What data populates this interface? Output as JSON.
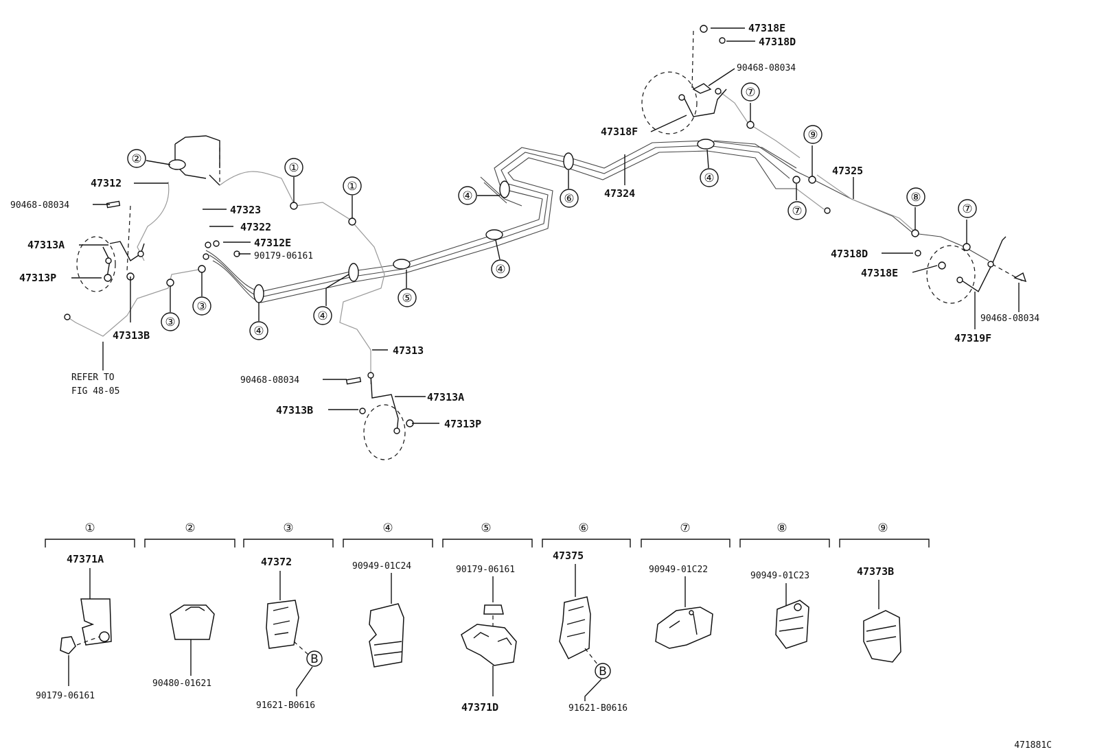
{
  "callouts": {
    "c1": "①",
    "c2": "②",
    "c3": "③",
    "c4": "④",
    "c5": "⑤",
    "c6": "⑥",
    "c7": "⑦",
    "c8": "⑧",
    "c9": "⑨",
    "cb": "B"
  },
  "labels": {
    "p47318e_top": "47318E",
    "p47318d_top": "47318D",
    "p90468_top_right": "90468-08034",
    "p47318f": "47318F",
    "p47324": "47324",
    "p47325": "47325",
    "p47312": "47312",
    "p90468_left": "90468-08034",
    "p47323": "47323",
    "p47322": "47322",
    "p47312e": "47312E",
    "p90179_mid": "90179-06161",
    "p47313a_left": "47313A",
    "p47313p_left": "47313P",
    "p47313b_left": "47313B",
    "refer_line1": "REFER TO",
    "refer_line2": "FIG 48-05",
    "p47313": "47313",
    "p90468_center": "90468-08034",
    "p47313a_center": "47313A",
    "p47313b_center": "47313B",
    "p47313p_center": "47313P",
    "p47318d_right": "47318D",
    "p47318e_right": "47318E",
    "p90468_right": "90468-08034",
    "p47319f": "47319F"
  },
  "legend": [
    {
      "num": "①",
      "parts": [
        "47371A",
        "90179-06161"
      ]
    },
    {
      "num": "②",
      "parts": [
        "90480-01621"
      ]
    },
    {
      "num": "③",
      "parts": [
        "47372",
        "91621-B0616"
      ]
    },
    {
      "num": "④",
      "parts": [
        "90949-01C24"
      ]
    },
    {
      "num": "⑤",
      "parts": [
        "90179-06161",
        "47371D"
      ]
    },
    {
      "num": "⑥",
      "parts": [
        "47375",
        "91621-B0616"
      ]
    },
    {
      "num": "⑦",
      "parts": [
        "90949-01C22"
      ]
    },
    {
      "num": "⑧",
      "parts": [
        "90949-01C23"
      ]
    },
    {
      "num": "⑨",
      "parts": [
        "47373B"
      ]
    }
  ],
  "figure_code": "471881C"
}
